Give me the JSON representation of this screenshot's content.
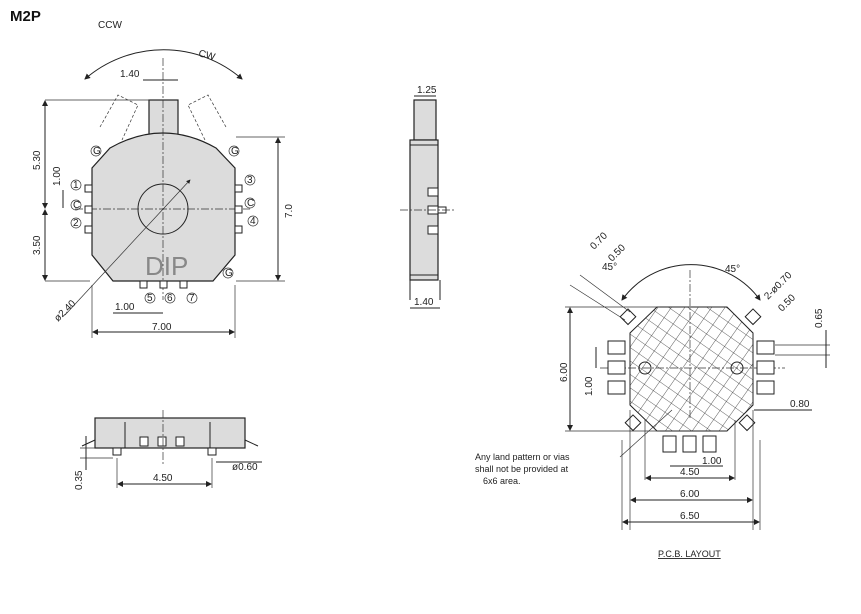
{
  "title": "M2P",
  "front_view": {
    "ccw": "CCW",
    "cw": "CW",
    "shaft_width": "1.40",
    "height_upper": "5.30",
    "pin_pitch_side": "1.00",
    "height_lower": "3.50",
    "body_height": "7.0",
    "body_width": "7.00",
    "pin_pitch_bottom": "1.00",
    "knob_diameter": "ø2.40",
    "marking": "DIP",
    "pins": [
      "1",
      "2",
      "3",
      "4",
      "5",
      "6",
      "7",
      "C",
      "C",
      "G",
      "G",
      "G"
    ]
  },
  "side_view": {
    "top_width": "1.25",
    "bottom_width": "1.40"
  },
  "bottom_view": {
    "height": "0.35",
    "pin_span": "4.50",
    "pin_diameter": "ø0.60"
  },
  "pcb_layout": {
    "label": "P.C.B. LAYOUT",
    "angle_left": "45°",
    "angle_right": "45°",
    "slot_outer": "0.70",
    "slot_inner": "0.50",
    "holes": "2-ø0.70",
    "hole_pad": "0.50",
    "pad_height": "0.65",
    "pad_offset": "0.80",
    "area_height": "6.00",
    "side_pitch": "1.00",
    "bottom_pitch": "1.00",
    "width_450": "4.50",
    "width_600": "6.00",
    "width_650": "6.50",
    "note": [
      "Any land pattern or vias",
      "shall not be provided at",
      "6x6 area."
    ]
  }
}
